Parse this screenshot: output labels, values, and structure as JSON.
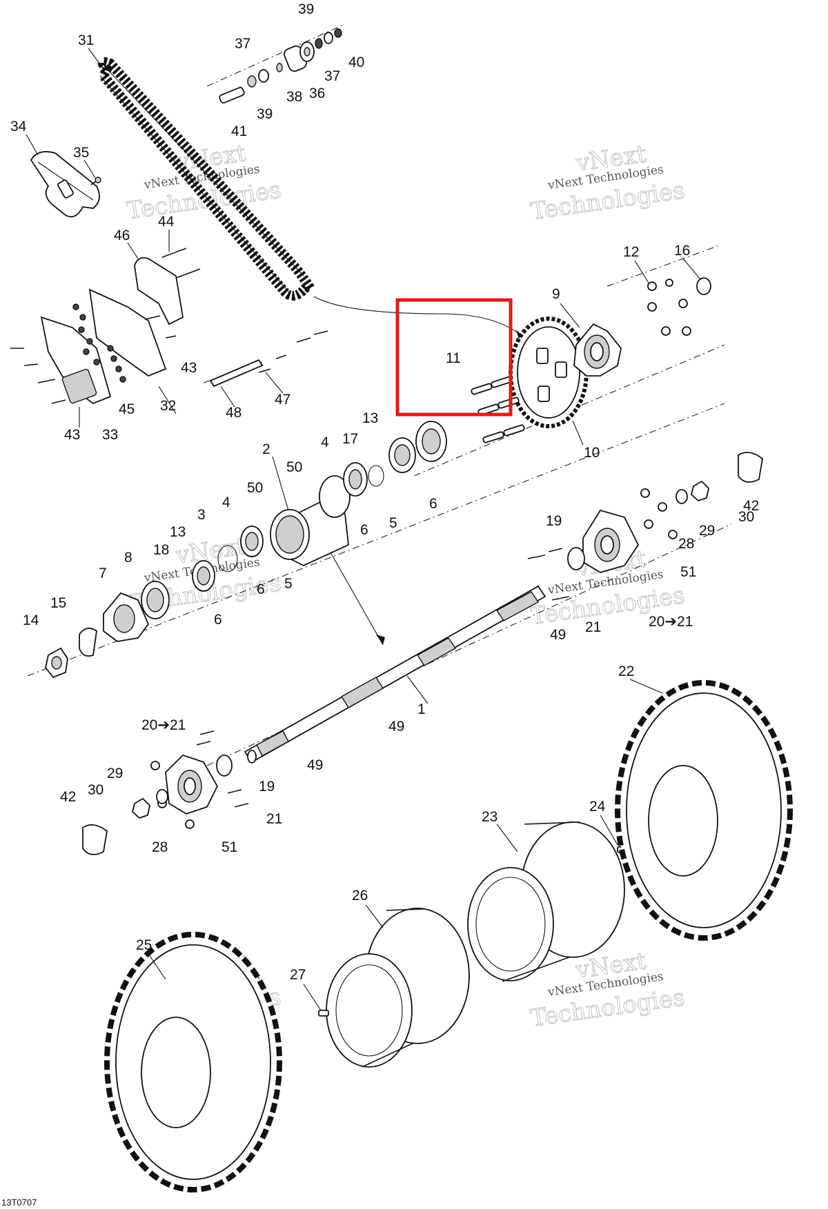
{
  "diagram": {
    "reference_code": "13T0707",
    "watermark_line1": "vNext Technologies",
    "watermark_big_a": "vNext",
    "watermark_big_b": "Technologies",
    "highlight_color": "#e01b1b",
    "callouts": [
      {
        "label": "39"
      },
      {
        "label": "31"
      },
      {
        "label": "37"
      },
      {
        "label": "40"
      },
      {
        "label": "37"
      },
      {
        "label": "36"
      },
      {
        "label": "38"
      },
      {
        "label": "39"
      },
      {
        "label": "41"
      },
      {
        "label": "34"
      },
      {
        "label": "35"
      },
      {
        "label": "46"
      },
      {
        "label": "44"
      },
      {
        "label": "12"
      },
      {
        "label": "16"
      },
      {
        "label": "9"
      },
      {
        "label": "43"
      },
      {
        "label": "11"
      },
      {
        "label": "43"
      },
      {
        "label": "32"
      },
      {
        "label": "45"
      },
      {
        "label": "33"
      },
      {
        "label": "48"
      },
      {
        "label": "47"
      },
      {
        "label": "13"
      },
      {
        "label": "10"
      },
      {
        "label": "2"
      },
      {
        "label": "4"
      },
      {
        "label": "17"
      },
      {
        "label": "50"
      },
      {
        "label": "50"
      },
      {
        "label": "6"
      },
      {
        "label": "6"
      },
      {
        "label": "5"
      },
      {
        "label": "3"
      },
      {
        "label": "4"
      },
      {
        "label": "13"
      },
      {
        "label": "42"
      },
      {
        "label": "30"
      },
      {
        "label": "29"
      },
      {
        "label": "28"
      },
      {
        "label": "19"
      },
      {
        "label": "18"
      },
      {
        "label": "8"
      },
      {
        "label": "7"
      },
      {
        "label": "5"
      },
      {
        "label": "6"
      },
      {
        "label": "51"
      },
      {
        "label": "15"
      },
      {
        "label": "14"
      },
      {
        "label": "6"
      },
      {
        "label": "21"
      },
      {
        "label": "20➔21"
      },
      {
        "label": "49"
      },
      {
        "label": "1"
      },
      {
        "label": "22"
      },
      {
        "label": "49"
      },
      {
        "label": "20➔21"
      },
      {
        "label": "49"
      },
      {
        "label": "19"
      },
      {
        "label": "29"
      },
      {
        "label": "42"
      },
      {
        "label": "30"
      },
      {
        "label": "21"
      },
      {
        "label": "28"
      },
      {
        "label": "51"
      },
      {
        "label": "23"
      },
      {
        "label": "24"
      },
      {
        "label": "26"
      },
      {
        "label": "25"
      },
      {
        "label": "27"
      }
    ]
  }
}
